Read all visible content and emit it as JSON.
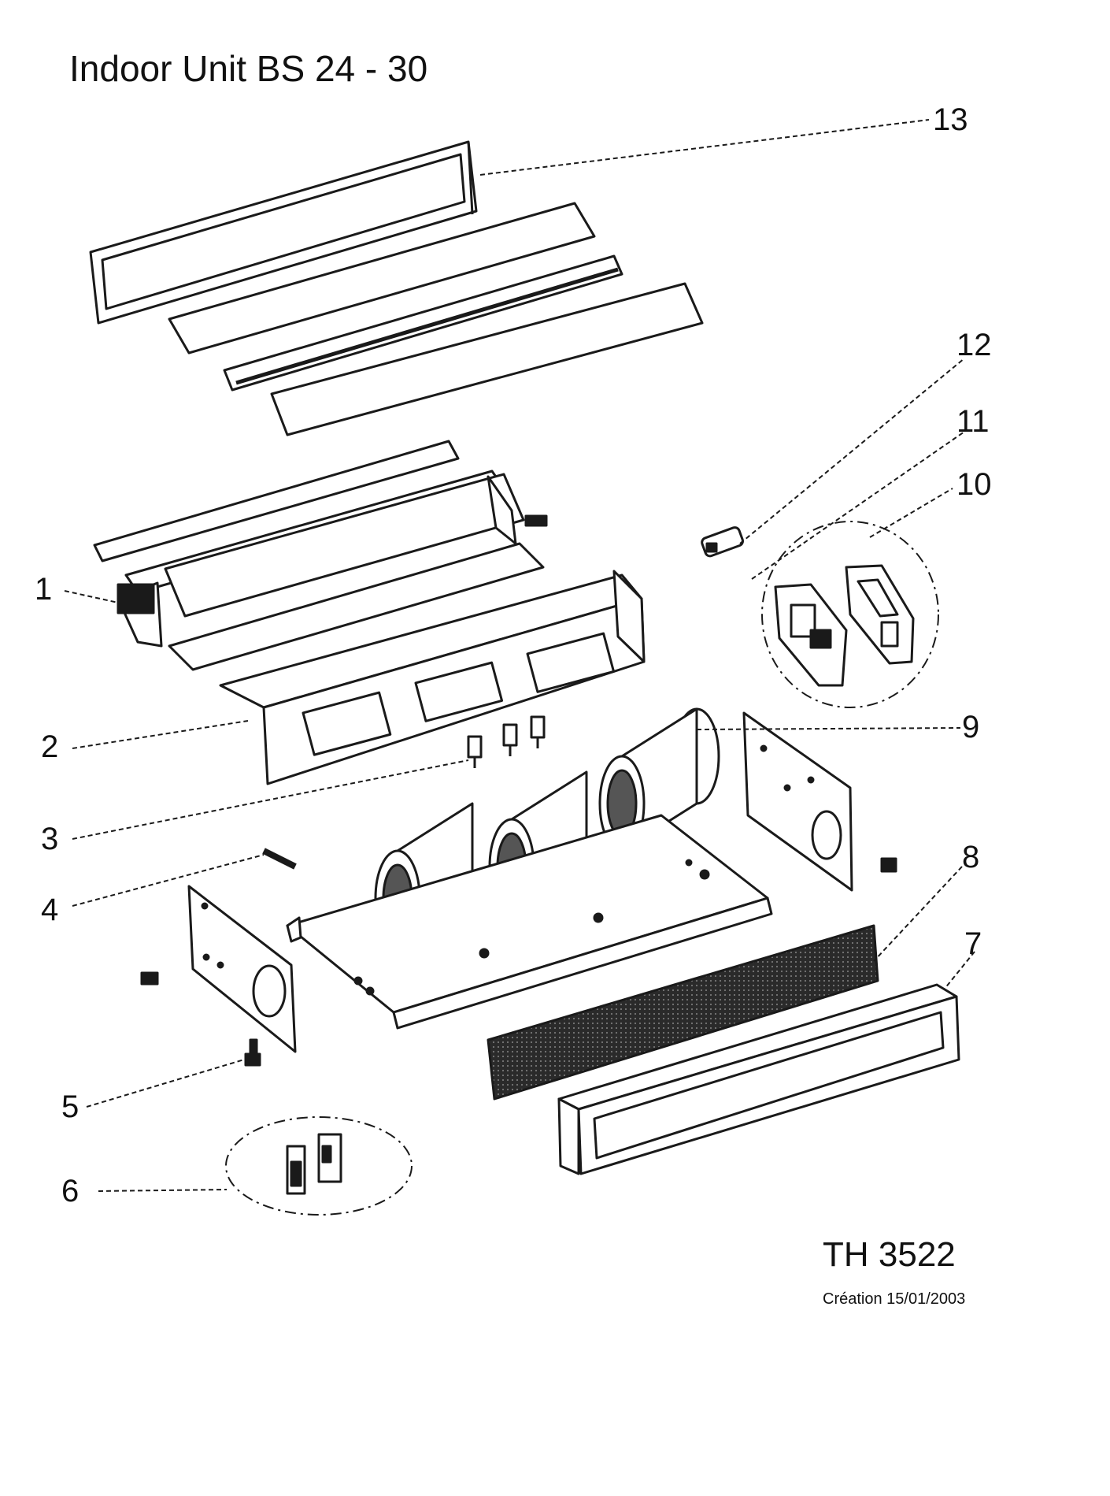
{
  "title": "Indoor Unit BS 24 - 30",
  "drawing_number": "TH 3522",
  "creation": "Création 15/01/2003",
  "colors": {
    "line": "#1a1a1a",
    "fill": "#ffffff",
    "filter_mesh": "#2a2a2a"
  },
  "callouts": [
    {
      "id": "1",
      "label": "1"
    },
    {
      "id": "2",
      "label": "2"
    },
    {
      "id": "3",
      "label": "3"
    },
    {
      "id": "4",
      "label": "4"
    },
    {
      "id": "5",
      "label": "5"
    },
    {
      "id": "6",
      "label": "6"
    },
    {
      "id": "7",
      "label": "7"
    },
    {
      "id": "8",
      "label": "8"
    },
    {
      "id": "9",
      "label": "9"
    },
    {
      "id": "10",
      "label": "10"
    },
    {
      "id": "11",
      "label": "11"
    },
    {
      "id": "12",
      "label": "12"
    },
    {
      "id": "13",
      "label": "13"
    }
  ]
}
